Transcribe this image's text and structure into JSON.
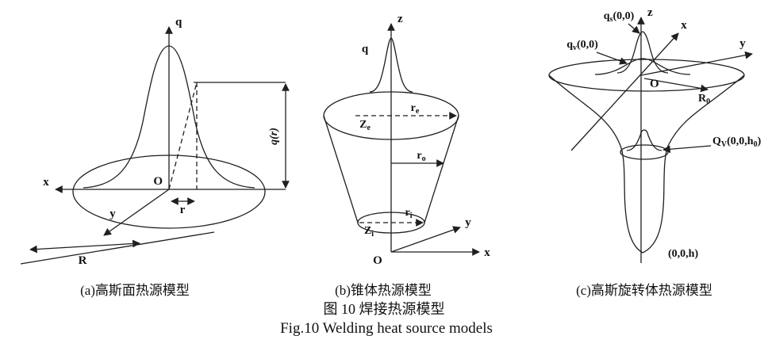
{
  "colors": {
    "ink": "#1f1f1f",
    "background": "#ffffff"
  },
  "figure": {
    "caption_zh": "图 10  焊接热源模型",
    "caption_en": "Fig.10  Welding heat source models"
  },
  "panel_a": {
    "caption": "(a)高斯面热源模型",
    "labels": {
      "q": "q",
      "x": "x",
      "y": "y",
      "o": "O",
      "r": "r",
      "R": "R",
      "q_r": "q(r)"
    }
  },
  "panel_b": {
    "caption": "(b)锥体热源模型",
    "labels": {
      "z": "z",
      "q": "q",
      "o": "O",
      "x": "x",
      "y": "y",
      "z_e": {
        "base": "Z",
        "sub": "e"
      },
      "r_e": {
        "base": "r",
        "sub": "e"
      },
      "r_o": {
        "base": "r",
        "sub": "o"
      },
      "z_i": {
        "base": "Z",
        "sub": "i"
      },
      "r_i": {
        "base": "r",
        "sub": "i"
      }
    }
  },
  "panel_c": {
    "caption": "(c)高斯旋转体热源模型",
    "labels": {
      "z": "z",
      "x": "x",
      "y": "y",
      "o": "O",
      "q_s": {
        "base": "q",
        "sub": "s",
        "rest": "(0,0)"
      },
      "q_v": {
        "base": "q",
        "sub": "v",
        "rest": "(0,0)"
      },
      "r_0": {
        "base": "R",
        "sub": "0"
      },
      "Q_v": {
        "p1": "Q",
        "s1": "V",
        "p2": "(0,0,h",
        "s2": "0",
        "p3": ")"
      },
      "point_h": "(0,0,h)"
    }
  }
}
